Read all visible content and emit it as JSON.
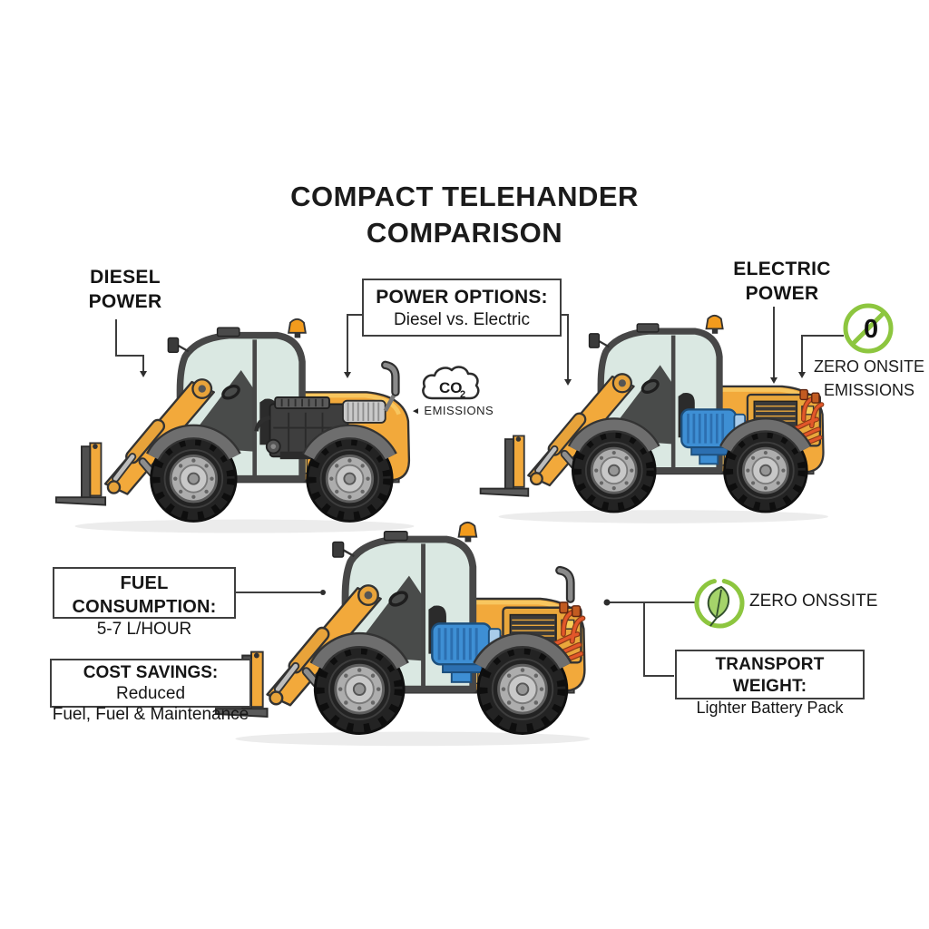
{
  "title": {
    "line1": "COMPACT TELEHANDER",
    "line2": "COMPARISON"
  },
  "labels": {
    "diesel": {
      "line1": "DIESEL",
      "line2": "POWER"
    },
    "electric": {
      "line1": "ELECTRIC",
      "line2": "POWER"
    }
  },
  "callouts": {
    "power_options": {
      "heading": "POWER OPTIONS:",
      "body": "Diesel vs. Electric"
    },
    "co2": {
      "gas": "CO",
      "subscript": "2",
      "arrow": "◄",
      "caption": "EMISSIONS"
    },
    "zero_onsite": {
      "value": "0",
      "line1": "ZERO ONSITE",
      "line2": "EMISSIONS"
    },
    "fuel": {
      "heading": "FUEL CONSUMPTION:",
      "body": "5-7 L/HOUR"
    },
    "cost": {
      "heading": "COST SAVINGS:",
      "body_line1": " Reduced",
      "body_line2": "Fuel, Fuel & Maintenance"
    },
    "zero_onssite": {
      "label": "ZERO ONSSITE"
    },
    "transport": {
      "heading": "TRANSPORT WEIGHT:",
      "body": "Lighter Battery Pack"
    }
  },
  "machines": [
    {
      "id": "diesel",
      "powertrain": "diesel",
      "exhaust": true
    },
    {
      "id": "electric",
      "powertrain": "electric",
      "exhaust": false
    },
    {
      "id": "combined",
      "powertrain": "electric",
      "exhaust": true
    }
  ],
  "colors": {
    "body_yellow": "#F2A93B",
    "body_yellow_light": "#F8C65F",
    "accent_green": "#8DC63F",
    "leaf_fill": "#A5D46A",
    "cable_orange": "#E2572A",
    "motor_blue": "#3E8FD4",
    "ink": "#1C1C1C",
    "line_gray": "#3D3D3D"
  }
}
